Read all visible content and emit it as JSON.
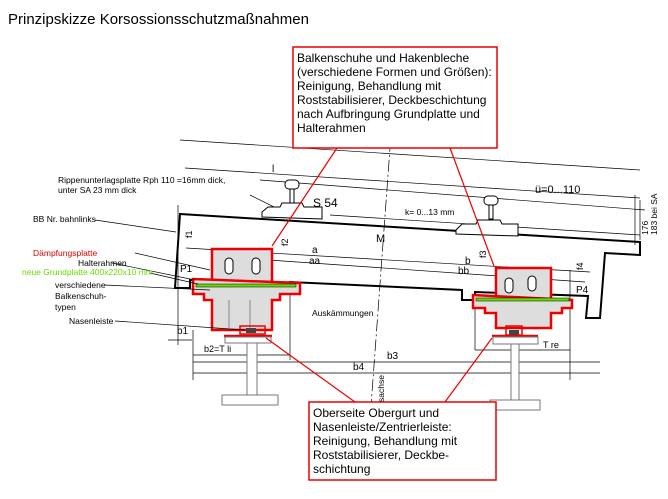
{
  "title": "Prinzipskizze Korsossionsschutzmaßnahmen",
  "callout_top": [
    "Balkenschuhe und Hakenbleche",
    "(verschiedene Formen und Größen):",
    "Reinigung, Behandlung mit",
    "Roststabilisierer, Deckbeschichtung",
    "nach Aufbringung Grundplatte und",
    "Halterahmen"
  ],
  "callout_bottom": [
    "Oberseite Obergurt und",
    "Nasenleiste/Zentrierleiste:",
    "Reinigung, Behandlung mit",
    "Roststabilisierer, Deckbe-",
    "schichtung"
  ],
  "labels": {
    "rippen1": "Rippenunterlagsplatte Rph 110 =16mm dick,",
    "rippen2": "unter SA  23 mm dick",
    "bb": "BB Nr. bahnlinks",
    "daempfung": "Dämpfungsplatte",
    "halterahmen": "Halterahmen",
    "grundplatte": "neue Grundplatte 400x220x10 mm",
    "schuh1": "verschiedene",
    "schuh2": "Balkenschuh-",
    "schuh3": "typen",
    "nasen": "Nasenleiste",
    "ausk": "Auskämmungen",
    "achse": "sachse",
    "rail": "S  54",
    "M": "M",
    "k": "k= 0...13 mm",
    "ue": "ü=0...110",
    "h1": "176",
    "h2": "183  bei  SA",
    "l": "l",
    "a": "a",
    "aa": "aa",
    "b": "b",
    "bb_dim": "bb",
    "f1": "f1",
    "f2": "f2",
    "f3": "f3",
    "f4": "f4",
    "P1": "P1",
    "P4": "P4",
    "b1": "b1",
    "b2": "b2=T li",
    "b3": "b3",
    "b4": "b4",
    "Tre": "T re"
  }
}
